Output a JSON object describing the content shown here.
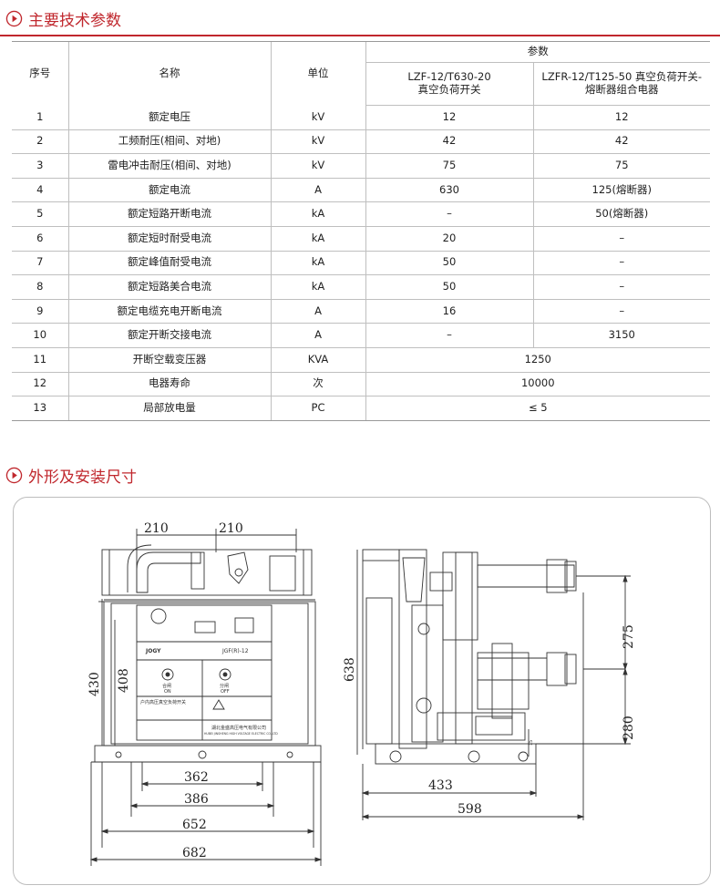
{
  "sections": {
    "spec_title": "主要技术参数",
    "drawing_title": "外形及安装尺寸"
  },
  "table": {
    "headers": {
      "no": "序号",
      "name": "名称",
      "unit": "单位",
      "params": "参数",
      "col_a_line1": "LZF-12/T630-20",
      "col_a_line2": "真空负荷开关",
      "col_b_line1": "LZFR-12/T125-50 真空负荷开关-",
      "col_b_line2": "熔断器组合电器"
    },
    "rows": [
      {
        "no": "1",
        "name": "额定电压",
        "unit": "kV",
        "a": "12",
        "b": "12"
      },
      {
        "no": "2",
        "name": "工频耐压(相间、对地)",
        "unit": "kV",
        "a": "42",
        "b": "42"
      },
      {
        "no": "3",
        "name": "雷电冲击耐压(相间、对地)",
        "unit": "kV",
        "a": "75",
        "b": "75"
      },
      {
        "no": "4",
        "name": "额定电流",
        "unit": "A",
        "a": "630",
        "b": "125(熔断器)"
      },
      {
        "no": "5",
        "name": "额定短路开断电流",
        "unit": "kA",
        "a": "–",
        "b": "50(熔断器)"
      },
      {
        "no": "6",
        "name": "额定短时耐受电流",
        "unit": "kA",
        "a": "20",
        "b": "–"
      },
      {
        "no": "7",
        "name": "额定峰值耐受电流",
        "unit": "kA",
        "a": "50",
        "b": "–"
      },
      {
        "no": "8",
        "name": "额定短路美合电流",
        "unit": "kA",
        "a": "50",
        "b": "–"
      },
      {
        "no": "9",
        "name": "额定电缆充电开断电流",
        "unit": "A",
        "a": "16",
        "b": "–"
      },
      {
        "no": "10",
        "name": "额定开断交接电流",
        "unit": "A",
        "a": "–",
        "b": "3150"
      },
      {
        "no": "11",
        "name": "开断空载变压器",
        "unit": "KVA",
        "merged": "1250"
      },
      {
        "no": "12",
        "name": "电器寿命",
        "unit": "次",
        "merged": "10000"
      },
      {
        "no": "13",
        "name": "局部放电量",
        "unit": "PC",
        "merged": "≤ 5"
      }
    ]
  },
  "drawing": {
    "dims": {
      "d210a": "210",
      "d210b": "210",
      "d430": "430",
      "d408": "408",
      "d362": "362",
      "d386": "386",
      "d652": "652",
      "d682": "682",
      "d638": "638",
      "d275": "275",
      "d280": "280",
      "d433": "433",
      "d598": "598",
      "d15": "15"
    },
    "panel": {
      "brand": "JOGY",
      "model": "JGF(R)-12",
      "label_on": "合闸",
      "label_off": "分闸",
      "on_en": "ON",
      "off_en": "OFF",
      "nameplate": "户内高压真空负荷开关",
      "maker": "湖北金盛高压电气有限公司",
      "maker_en": "HUBEI JINSHENG HIGH VOLTAGE ELECTRIC CO.,LTD"
    },
    "colors": {
      "accent": "#c0272d",
      "line": "#333333"
    }
  }
}
